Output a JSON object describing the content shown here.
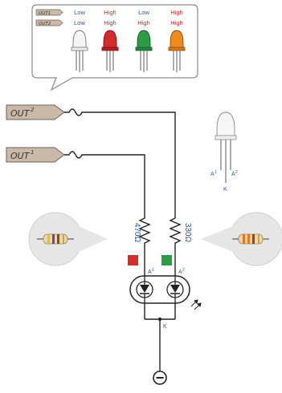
{
  "legend": {
    "tags": [
      "OUT1",
      "OUT2"
    ],
    "columns": [
      {
        "row1": "Low",
        "row2": "Low",
        "led": "clear",
        "led_color": "#f2f2f2"
      },
      {
        "row1": "High",
        "row2": "High",
        "led": "red",
        "led_color": "#d62b2b"
      },
      {
        "row1": "Low",
        "row2": "High",
        "led": "green",
        "led_color": "#2e9c46"
      },
      {
        "row1": "High",
        "row2": "High",
        "led": "orange",
        "led_color": "#ee8a1f"
      }
    ]
  },
  "outputs": {
    "out2": {
      "label": "OUT",
      "sup": "2"
    },
    "out1": {
      "label": "OUT",
      "sup": "1"
    }
  },
  "led_part": {
    "pin_a1": "A",
    "pin_a1_sup": "1",
    "pin_a2": "A",
    "pin_a2_sup": "2",
    "pin_k": "K"
  },
  "resistors": {
    "r1": "470Ω",
    "r2": "330Ω"
  },
  "circuit": {
    "anode1": "A",
    "anode1_sup": "1",
    "anode2": "A",
    "anode2_sup": "2",
    "cathode": "K"
  },
  "colors": {
    "wire": "#222222",
    "label_blue": "#2a56a5",
    "label_red": "#c0292c",
    "tag_fill": "#c9b9a6",
    "bubble_fill": "#e6e6e6",
    "pad_red": "#d62b2b",
    "pad_green": "#2e9c46"
  },
  "icons": [
    "ground-icon",
    "light-emission-icon",
    "resistor-icon",
    "led-icon"
  ]
}
